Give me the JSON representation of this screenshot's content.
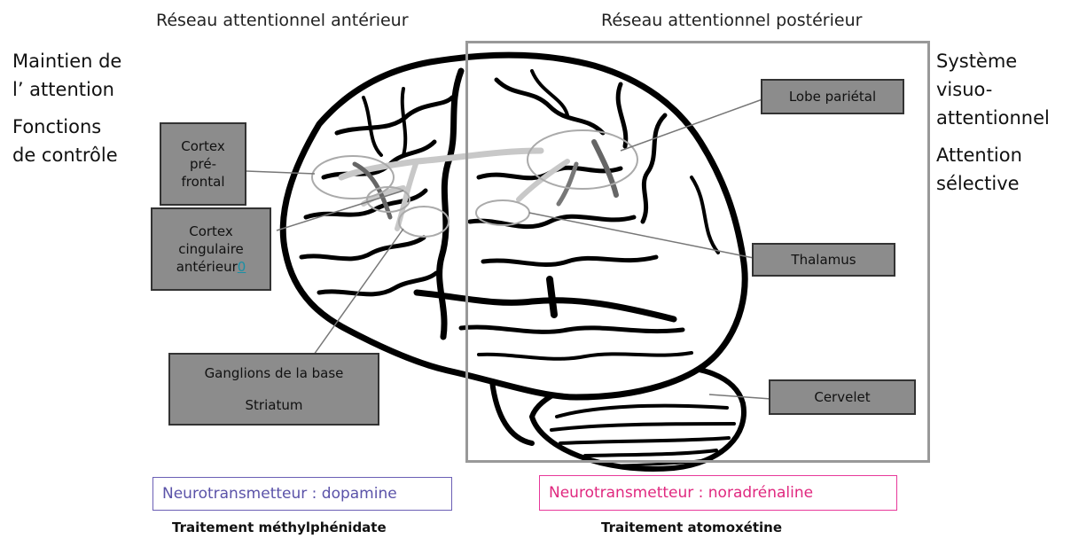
{
  "titles": {
    "anterior": "Réseau attentionnel antérieur",
    "posterior": "Réseau attentionnel postérieur"
  },
  "left_text": [
    "Maintien de",
    "l’ attention",
    "Fonctions",
    "de contrôle"
  ],
  "right_text": [
    "Système",
    "visuo-",
    "attentionnel",
    "Attention",
    "sélective"
  ],
  "labels": {
    "prefrontal": [
      "Cortex",
      "pré-",
      "frontal"
    ],
    "cingulate": [
      "Cortex",
      "cingulaire",
      "antérieur"
    ],
    "cingulate_ref": "0",
    "basal": [
      "Ganglions de la base",
      "Striatum"
    ],
    "parietal": "Lobe pariétal",
    "thalamus": "Thalamus",
    "cerebellum": "Cervelet"
  },
  "neurotransmitters": {
    "dopamine": "Neurotransmetteur : dopamine",
    "noradrenaline": "Neurotransmetteur : noradrénaline"
  },
  "treatments": {
    "methylphenidate": "Traitement méthylphénidate",
    "atomoxetine": "Traitement atomoxétine"
  },
  "colors": {
    "label_fill": "#8c8c8c",
    "frame": "#999999",
    "dopamine_border": "#6b5fb5",
    "dopamine_text": "#5a52a8",
    "noradrenaline_border": "#e8389a",
    "noradrenaline_text": "#e0287f"
  }
}
